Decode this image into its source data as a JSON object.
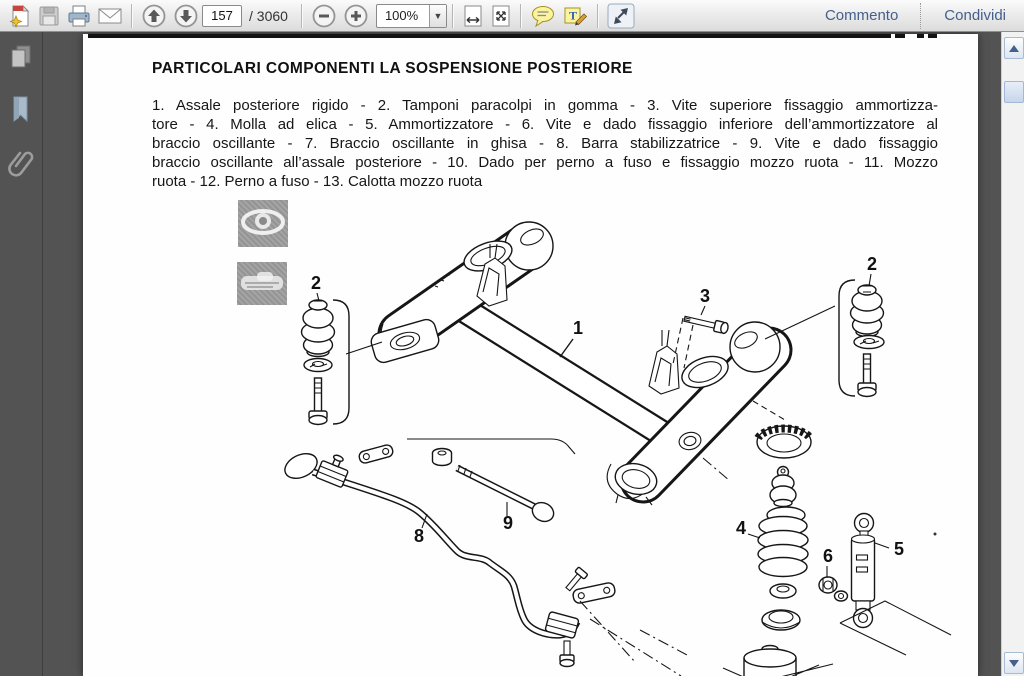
{
  "toolbar": {
    "icons": [
      "convert-pdf-icon",
      "save-icon",
      "print-icon",
      "email-icon",
      "page-up-icon",
      "page-down-icon",
      "zoom-out-icon",
      "zoom-in-icon",
      "fit-width-icon",
      "fit-page-icon",
      "comment-bubble-icon",
      "text-annotation-icon",
      "reading-mode-icon"
    ],
    "page_field_value": "157",
    "page_total_label": "/ 3060",
    "zoom_value": "100%",
    "commento_label": "Commento",
    "condividi_label": "Condividi"
  },
  "sidebar": {
    "icons": [
      "page-thumbnails-icon",
      "bookmarks-icon",
      "attachments-icon"
    ]
  },
  "page": {
    "title": "PARTICOLARI COMPONENTI LA SOSPENSIONE POSTERIORE",
    "legend_lines": [
      "1. Assale posteriore rigido - 2. Tamponi paracolpi in gomma - 3. Vite superiore fissaggio ammortizza-",
      "tore - 4. Molla ad elica - 5. Ammortizzatore - 6. Vite e dado fissaggio inferiore dell’ammortizzatore al",
      "braccio oscillante - 7. Braccio oscillante in ghisa - 8. Barra stabilizzatrice - 9. Vite e dado fissaggio",
      "braccio oscillante all’assale posteriore - 10. Dado per perno a fuso e fissaggio mozzo ruota - 11. Mozzo",
      "ruota - 12. Perno a fuso - 13. Calotta mozzo ruota"
    ],
    "callouts": {
      "c1": "1",
      "c2l": "2",
      "c2r": "2",
      "c3": "3",
      "c4": "4",
      "c5": "5",
      "c6": "6",
      "c8": "8",
      "c9": "9"
    }
  },
  "colors": {
    "toolbar_link": "#44608a",
    "sidebar_bg": "#535353",
    "page_bg": "#fefefe",
    "drawing_ink": "#161616",
    "note_yellow": "#fbf3a0"
  }
}
